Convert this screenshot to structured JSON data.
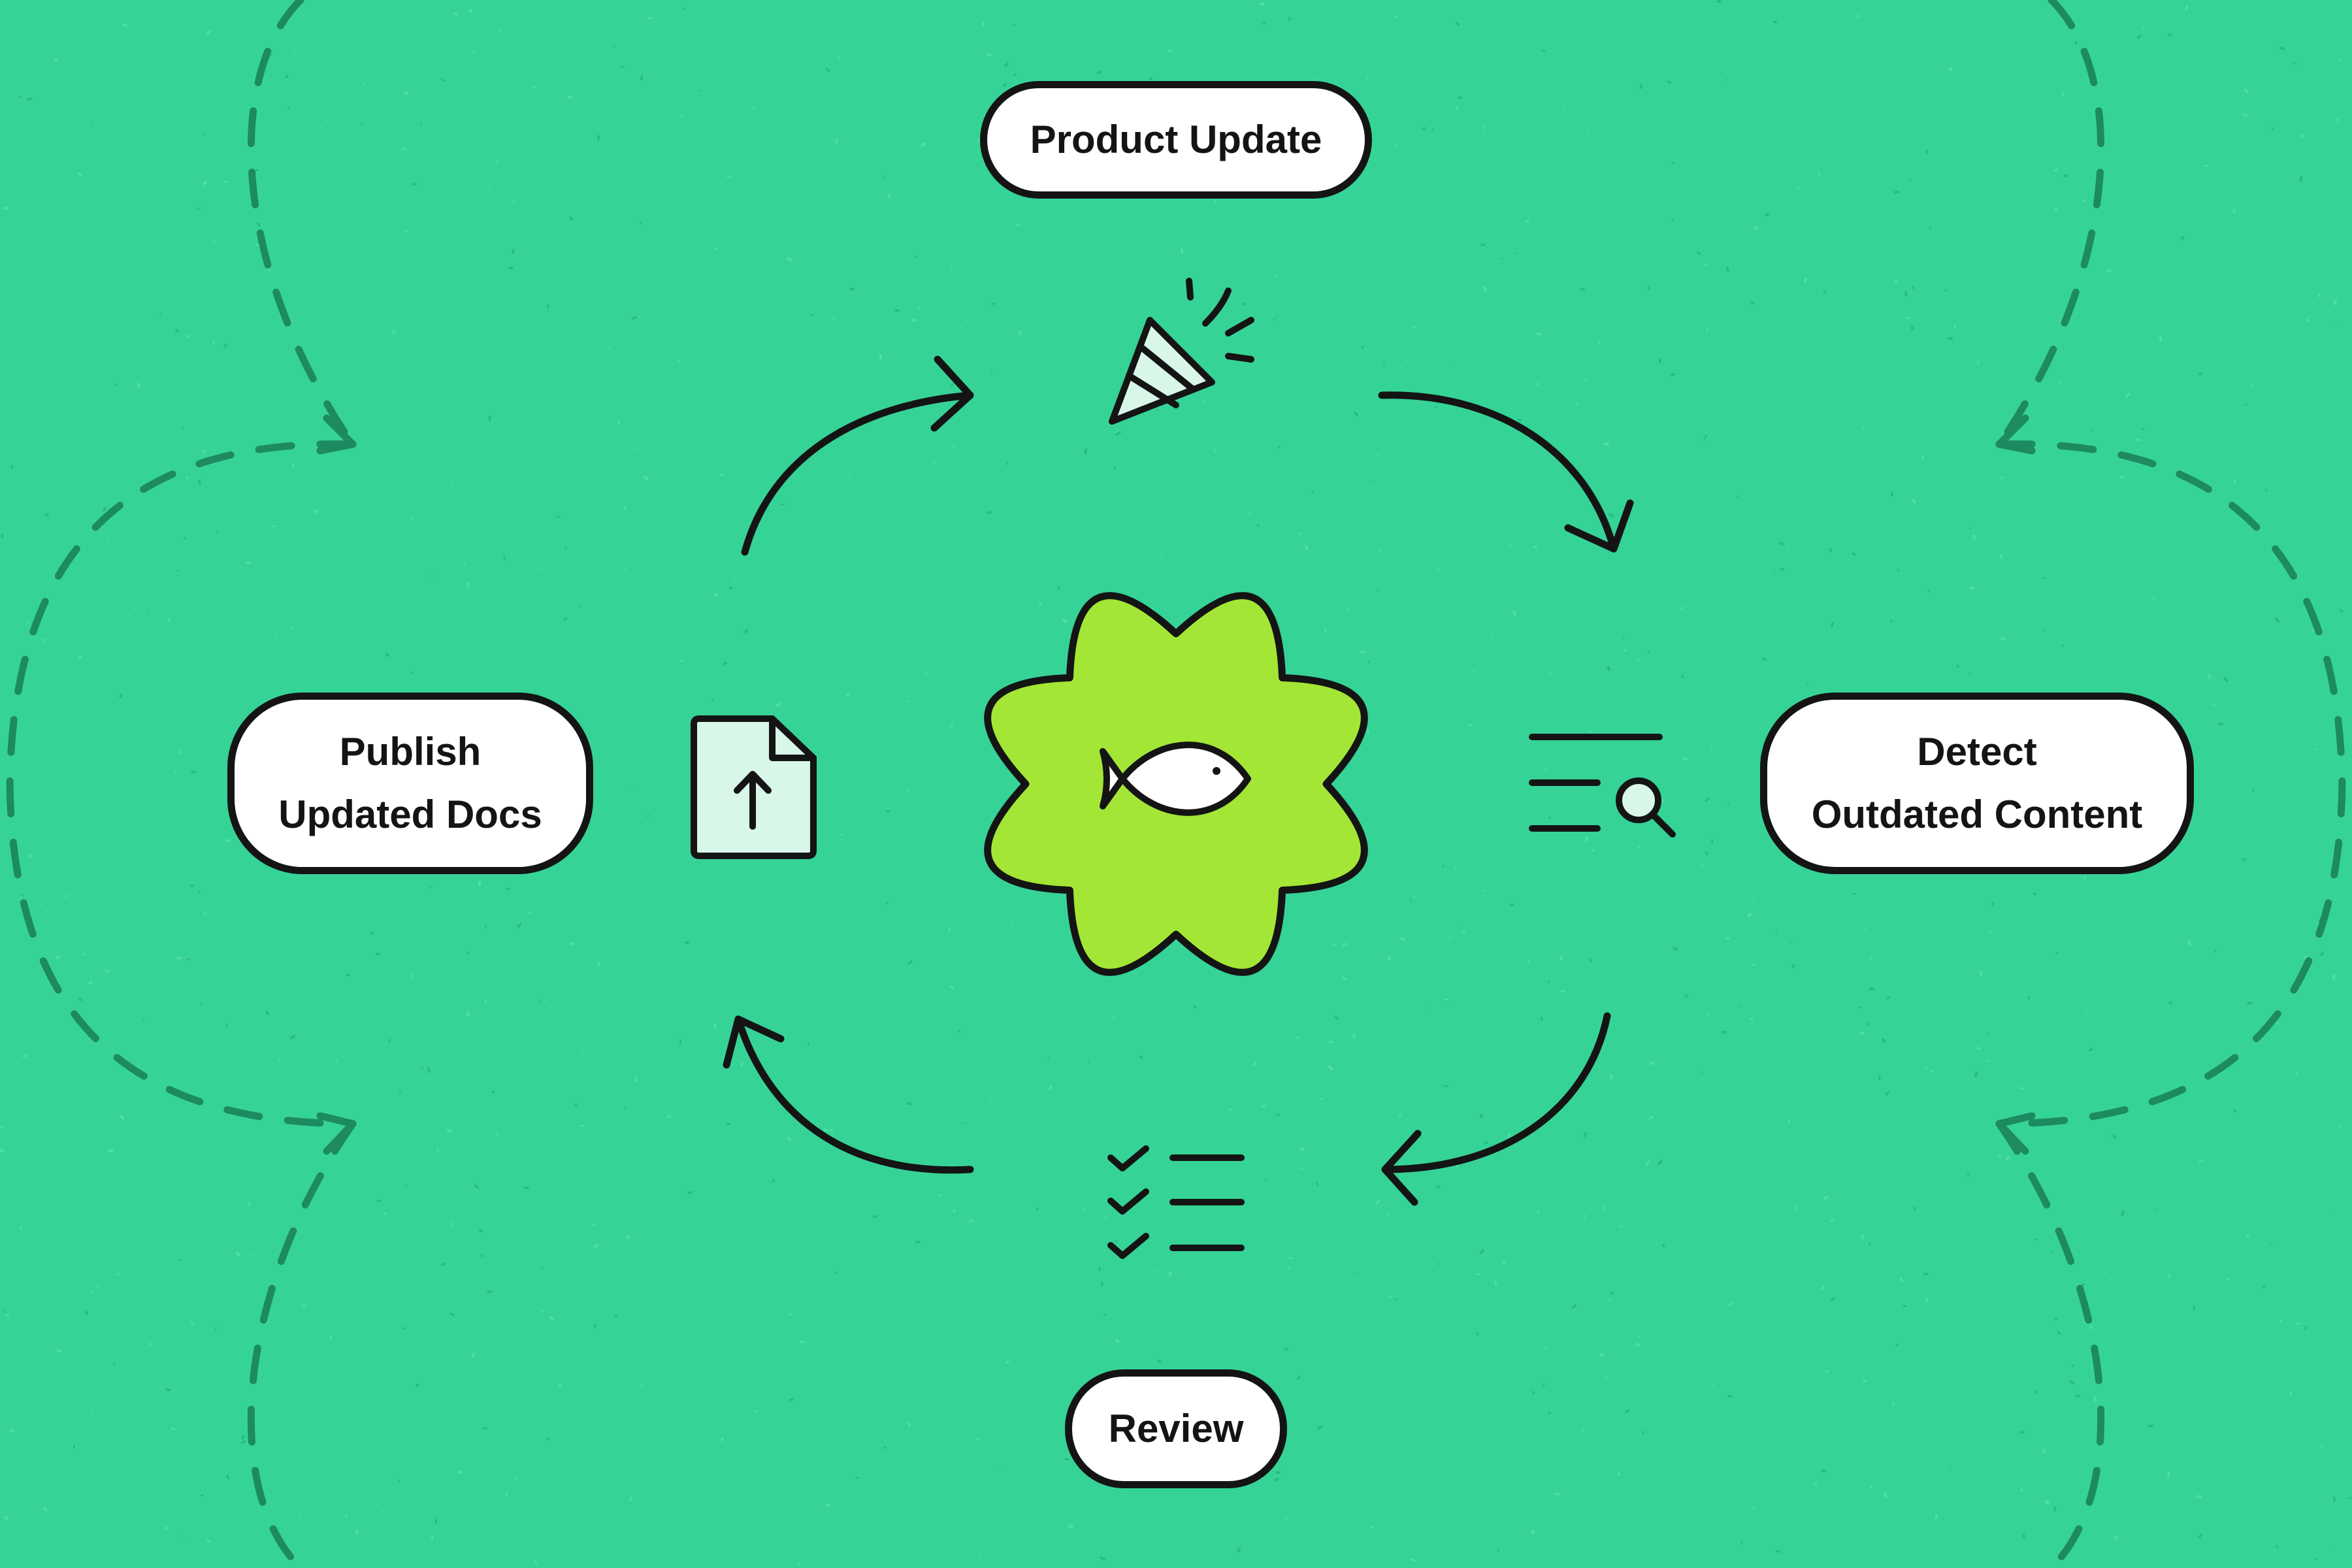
{
  "colors": {
    "background": "#36d397",
    "dashed_loop": "#1d8a5f",
    "ink": "#141414",
    "pill_fill": "#ffffff",
    "center_blob": "#a3e635",
    "icon_fill": "#d8f7e8"
  },
  "center": {
    "icon": "fish-icon"
  },
  "steps": [
    {
      "id": "product-update",
      "label_lines": [
        "Product Update"
      ],
      "icon": "party-popper-icon"
    },
    {
      "id": "detect",
      "label_lines": [
        "Detect",
        "Outdated Content"
      ],
      "icon": "list-search-icon"
    },
    {
      "id": "review",
      "label_lines": [
        "Review"
      ],
      "icon": "checklist-icon"
    },
    {
      "id": "publish",
      "label_lines": [
        "Publish",
        "Updated Docs"
      ],
      "icon": "file-upload-icon"
    }
  ]
}
